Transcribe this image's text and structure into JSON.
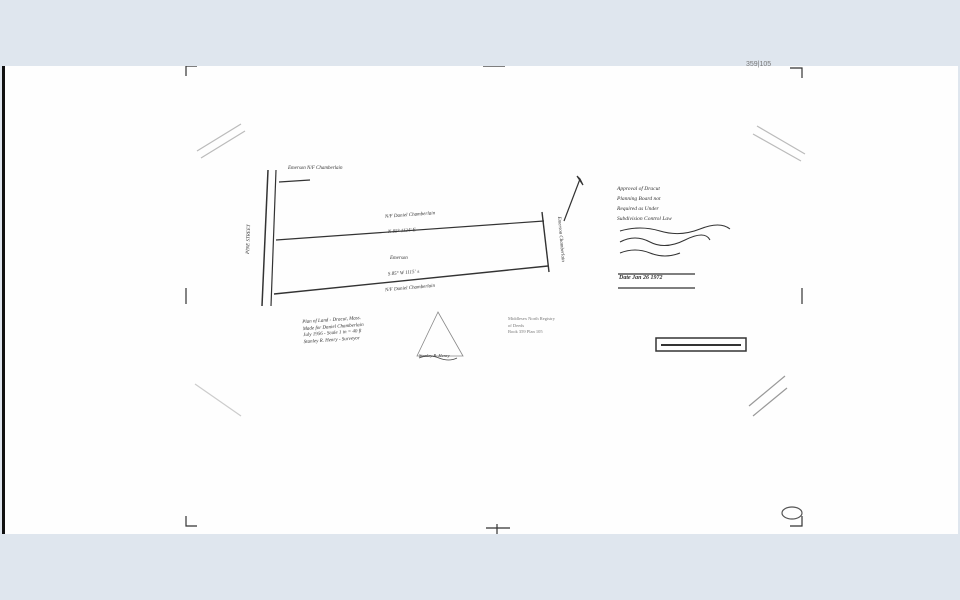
{
  "document": {
    "reference": "359|105",
    "plan": {
      "abutter_top": "N/F Daniel Chamberlain",
      "abutter_bottom": "N/F Daniel Chamberlain",
      "abutter_corner": "Emerson N/F Chamberlain",
      "street": "PINE STREET",
      "lot_label": "Emerson",
      "bearing_top": "N 85° 1124' E",
      "bearing_bottom": "S 85° W 1115' ±",
      "east_abutter": "Emerson Chamberlain"
    },
    "approval": {
      "lines": [
        "Approval of Dracut",
        "Planning Board not",
        "Required as Under",
        "Subdivision Control Law"
      ],
      "date": "Date Jan 26 1972"
    },
    "title_block": {
      "lines": [
        "Plan of Land - Dracut, Mass.",
        "Made for Daniel Chamberlain",
        "July 1956  -  Scale 1 in = 40 ft",
        "Stanley R. Henry - Surveyor"
      ]
    },
    "surveyor_signature": "Stanley R. Henry",
    "registry": {
      "lines": [
        "Middlesex North Registry",
        "of Deeds",
        "Book 359 Plan 105"
      ]
    }
  }
}
